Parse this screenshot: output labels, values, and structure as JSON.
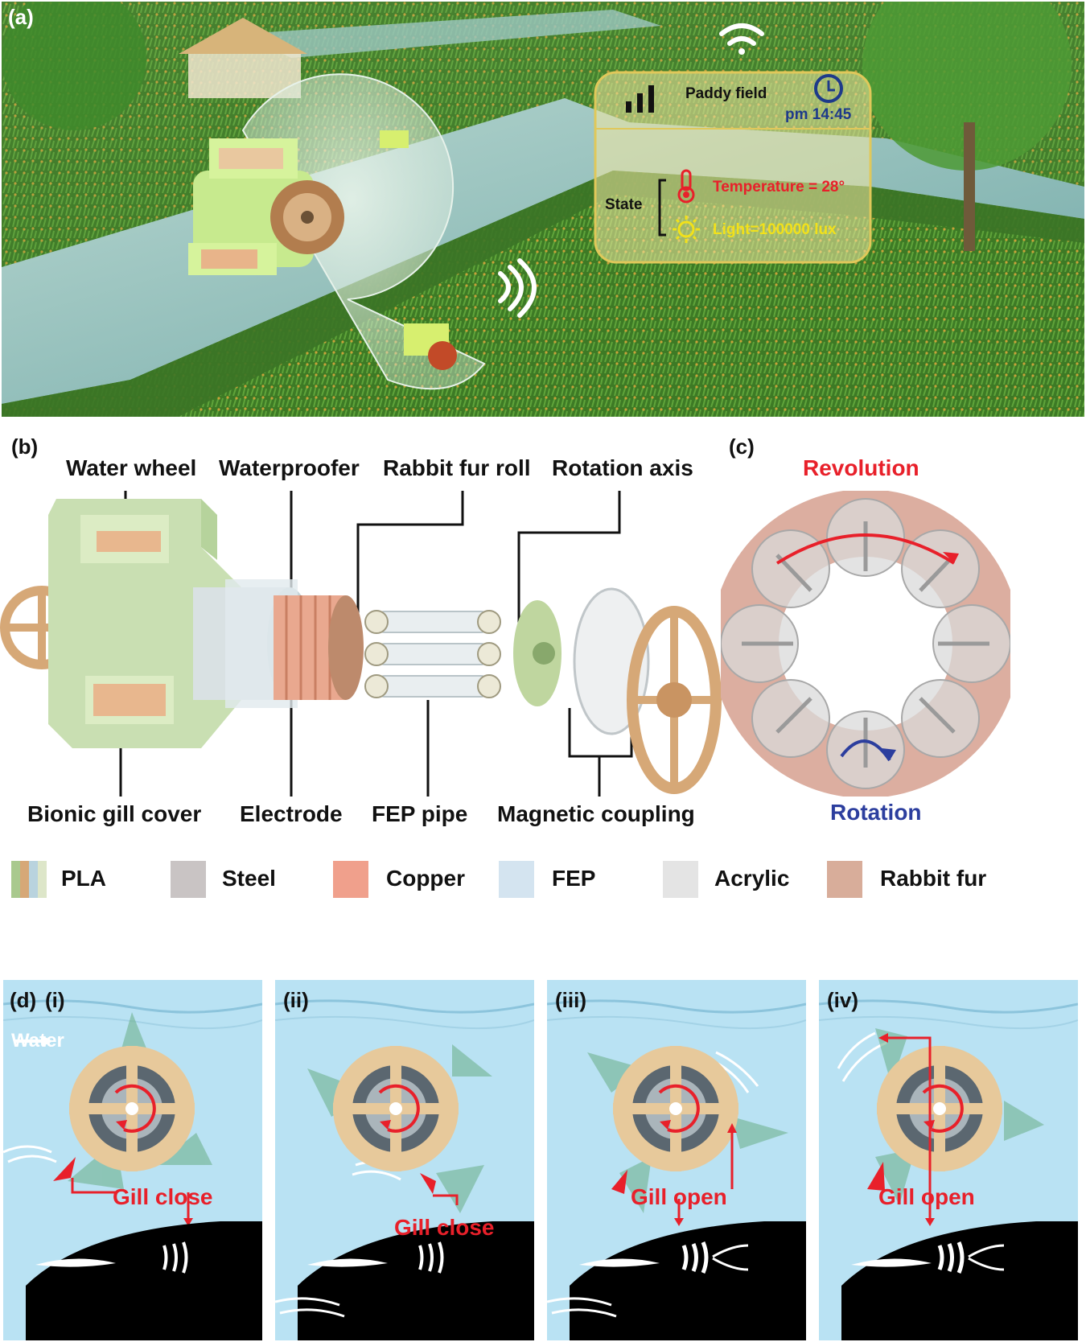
{
  "panel_a": {
    "label": "(a)",
    "card": {
      "title": "Paddy field",
      "time": "pm 14:45",
      "state_label": "State",
      "temperature": "Temperature = 28°",
      "light": "Light=100000 lux"
    },
    "colors": {
      "temperature": "#e8202a",
      "light": "#f2e11a",
      "time": "#1e3a8a"
    }
  },
  "panel_b": {
    "label": "(b)",
    "top_labels": [
      "Water wheel",
      "Waterproofer",
      "Rabbit fur roll",
      "Rotation axis"
    ],
    "bottom_labels": [
      "Bionic gill cover",
      "Electrode",
      "FEP pipe",
      "Magnetic coupling"
    ]
  },
  "panel_c": {
    "label": "(c)",
    "revolution": "Revolution",
    "rotation": "Rotation",
    "colors": {
      "revolution": "#e8202a",
      "rotation": "#2c3e9e"
    }
  },
  "legend": [
    {
      "label": "PLA",
      "icon": "pla-swatch",
      "color": "#a9c98e"
    },
    {
      "label": "Steel",
      "icon": "steel-swatch",
      "color": "#c9c4c4"
    },
    {
      "label": "Copper",
      "icon": "copper-swatch",
      "color": "#f0a08c"
    },
    {
      "label": "FEP",
      "icon": "fep-swatch",
      "color": "#d4e4f0"
    },
    {
      "label": "Acrylic",
      "icon": "acrylic-swatch",
      "color": "#e4e4e4"
    },
    {
      "label": "Rabbit fur",
      "icon": "rabbit-fur-swatch",
      "color": "#d8ad9a"
    }
  ],
  "panel_d": {
    "label": "(d)",
    "steps": [
      {
        "numeral": "(i)",
        "gill": "Gill close",
        "water": "Water"
      },
      {
        "numeral": "(ii)",
        "gill": "Gill close"
      },
      {
        "numeral": "(iii)",
        "gill": "Gill open"
      },
      {
        "numeral": "(iv)",
        "gill": "Gill open"
      }
    ]
  }
}
